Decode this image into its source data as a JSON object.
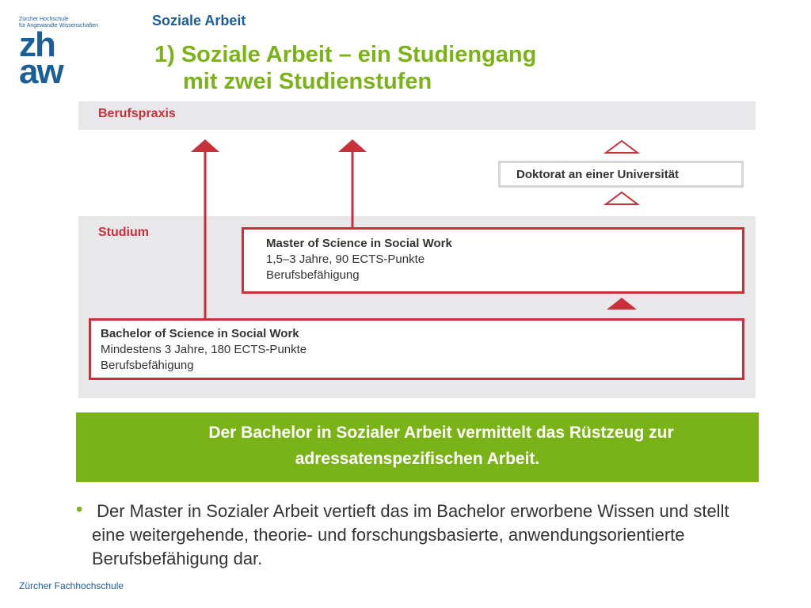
{
  "logo": {
    "small_line1": "Zürcher Hochschule",
    "small_line2": "für Angewandte Wissenschaften",
    "letters_top": "zh",
    "letters_bottom": "aw"
  },
  "header": {
    "section_label": "Soziale Arbeit",
    "title_line1": "1) Soziale Arbeit – ein Studiengang",
    "title_line2": "mit zwei Studienstufen"
  },
  "diagram": {
    "band_praxis_label": "Berufspraxis",
    "band_studium_label": "Studium",
    "doktorat": "Doktorat an einer Universität",
    "master": {
      "title": "Master of Science in Social Work",
      "detail": "1,5–3 Jahre, 90 ECTS-Punkte",
      "qualification": "Berufsbefähigung"
    },
    "bachelor": {
      "title": "Bachelor of Science in Social Work",
      "detail": "Mindestens 3 Jahre, 180 ECTS-Punkte",
      "qualification": "Berufsbefähigung"
    },
    "colors": {
      "accent_red": "#c8303a",
      "band_gray": "#e8e8ea"
    }
  },
  "banner": {
    "line1": "Der Bachelor in Sozialer Arbeit vermittelt das Rüstzeug zur",
    "line2": "adressatenspezifischen Arbeit.",
    "color": "#7ab317"
  },
  "bullet": {
    "text": "Der Master in Sozialer Arbeit vertieft das im Bachelor erworbene Wissen und stellt eine weitergehende, theorie- und forschungsbasierte, anwendungsorientierte Berufsbefähigung dar."
  },
  "footer": {
    "text": "Zürcher Fachhochschule"
  }
}
